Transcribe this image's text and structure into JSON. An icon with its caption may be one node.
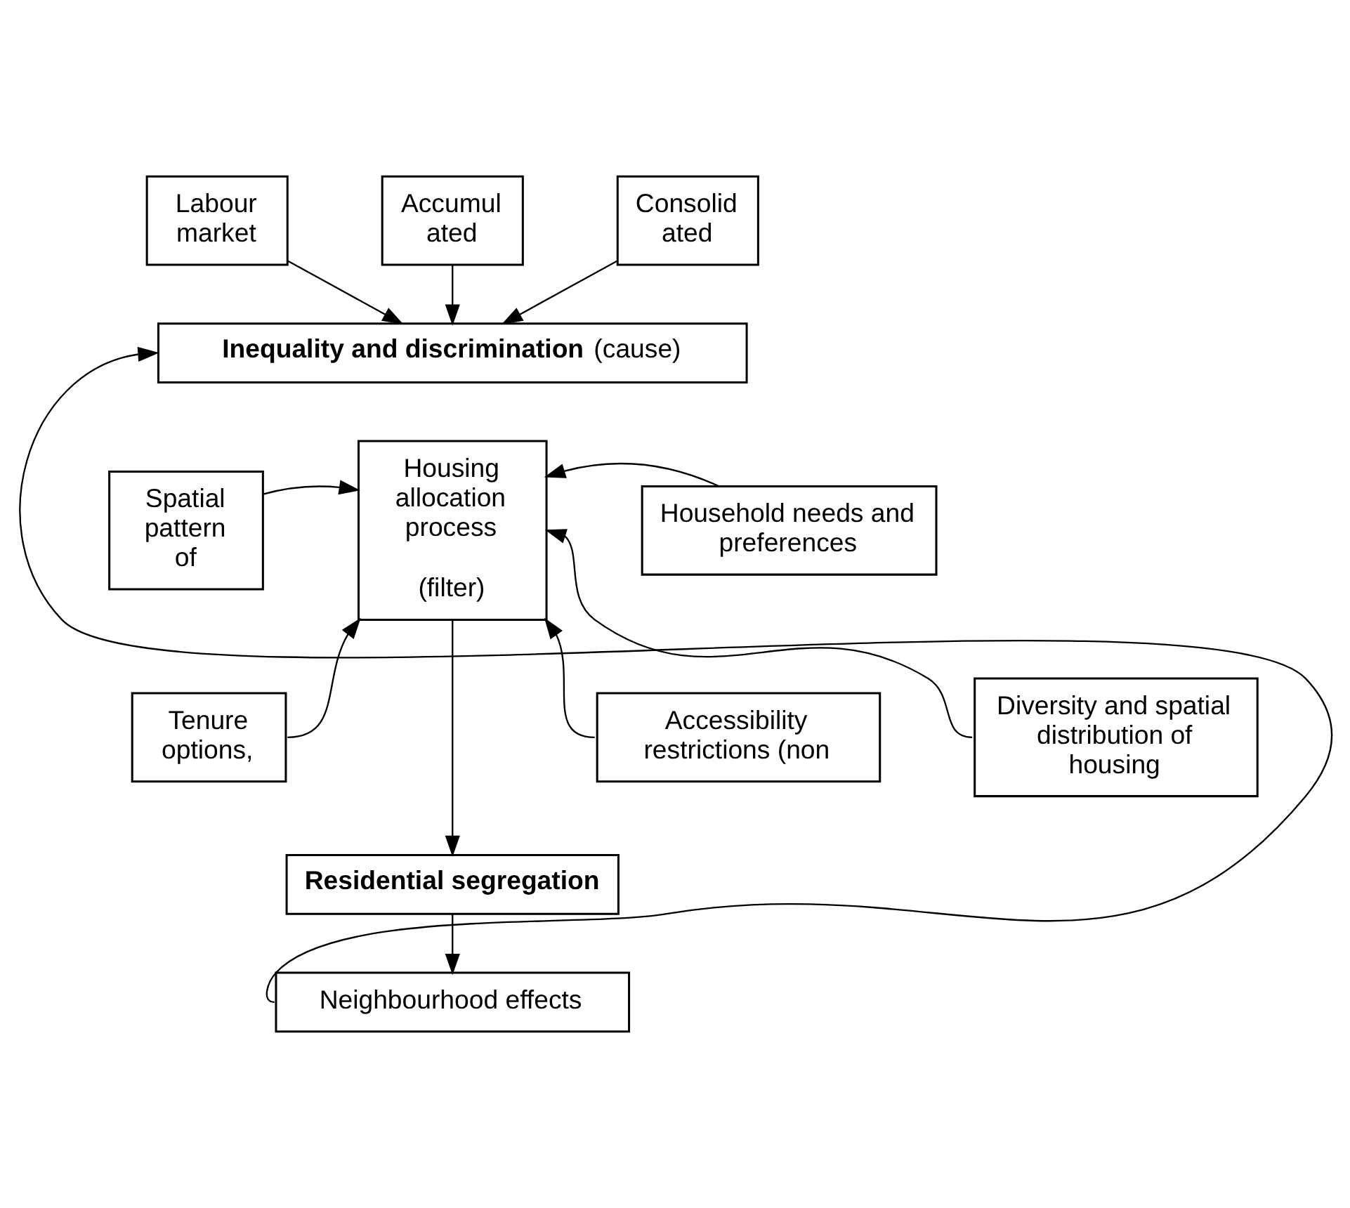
{
  "diagram": {
    "nodes": [
      {
        "text": [
          "Labour market"
        ]
      },
      {
        "text": [
          "Accumul ated"
        ]
      },
      {
        "text": [
          "Consolid ated"
        ]
      },
      {
        "text": [
          "**Inequality and discrimination** (cause)"
        ]
      },
      {
        "text": [
          "Spatial pattern of"
        ]
      },
      {
        "text": [
          "Tenure options,"
        ]
      },
      {
        "text": [
          "Housing allocation process",
          "(filter)"
        ]
      },
      {
        "text": [
          "Household needs and preferences"
        ]
      },
      {
        "text": [
          "Diversity and spatial distribution of housing"
        ]
      },
      {
        "text": [
          "Accessibility restrictions (non"
        ]
      },
      {
        "text": [
          "Residential segregation"
        ]
      },
      {
        "text": [
          "Neighbourhood effects"
        ]
      }
    ],
    "edges": [
      {
        "from": 0,
        "to": 3,
        "arrow": "to"
      },
      {
        "from": 1,
        "to": 3,
        "arrow": "to"
      },
      {
        "from": 2,
        "to": 3,
        "arrow": "to"
      },
      {
        "from": 4,
        "to": 6,
        "arrow": "to"
      },
      {
        "from": 5,
        "to": 6,
        "arrow": "to"
      },
      {
        "from": 7,
        "to": 6,
        "arrow": "to"
      },
      {
        "from": 8,
        "to": 6,
        "arrow": "to"
      },
      {
        "from": 9,
        "to": 6,
        "arrow": "to"
      },
      {
        "from": 6,
        "to": 10,
        "arrow": "to"
      },
      {
        "from": 10,
        "to": 11,
        "arrow": "to"
      },
      {
        "from": 11,
        "to": 3,
        "arrow": "to"
      }
    ]
  }
}
